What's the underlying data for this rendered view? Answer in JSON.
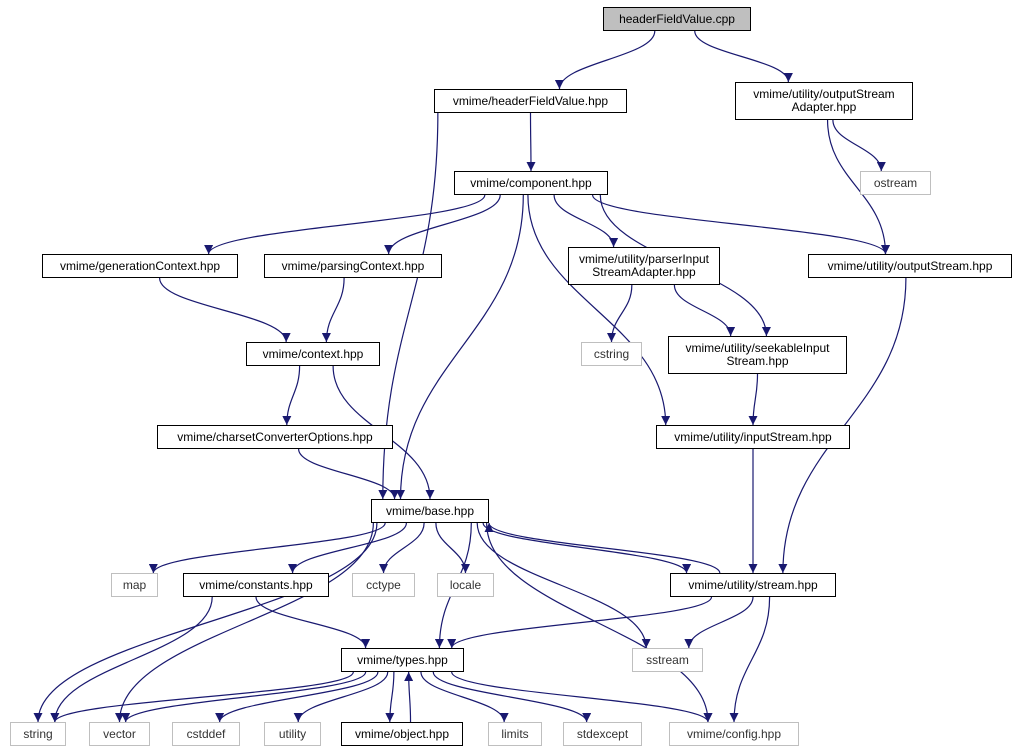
{
  "nodes": [
    {
      "id": "root",
      "label": "headerFieldValue.cpp",
      "kind": "root"
    },
    {
      "id": "hfv",
      "label": "vmime/headerFieldValue.hpp",
      "kind": "file"
    },
    {
      "id": "osa",
      "label": "vmime/utility/outputStream\nAdapter.hpp",
      "kind": "file"
    },
    {
      "id": "ostream",
      "label": "ostream",
      "kind": "system"
    },
    {
      "id": "comp",
      "label": "vmime/component.hpp",
      "kind": "file"
    },
    {
      "id": "gen",
      "label": "vmime/generationContext.hpp",
      "kind": "file"
    },
    {
      "id": "pars",
      "label": "vmime/parsingContext.hpp",
      "kind": "file"
    },
    {
      "id": "pisa",
      "label": "vmime/utility/parserInput\nStreamAdapter.hpp",
      "kind": "file"
    },
    {
      "id": "os",
      "label": "vmime/utility/outputStream.hpp",
      "kind": "file"
    },
    {
      "id": "ctx",
      "label": "vmime/context.hpp",
      "kind": "file"
    },
    {
      "id": "cstring",
      "label": "cstring",
      "kind": "system"
    },
    {
      "id": "sis",
      "label": "vmime/utility/seekableInput\nStream.hpp",
      "kind": "file"
    },
    {
      "id": "cco",
      "label": "vmime/charsetConverterOptions.hpp",
      "kind": "file"
    },
    {
      "id": "is",
      "label": "vmime/utility/inputStream.hpp",
      "kind": "file"
    },
    {
      "id": "base",
      "label": "vmime/base.hpp",
      "kind": "file"
    },
    {
      "id": "map",
      "label": "map",
      "kind": "system"
    },
    {
      "id": "consts",
      "label": "vmime/constants.hpp",
      "kind": "file"
    },
    {
      "id": "cctype",
      "label": "cctype",
      "kind": "system"
    },
    {
      "id": "locale",
      "label": "locale",
      "kind": "system"
    },
    {
      "id": "stream",
      "label": "vmime/utility/stream.hpp",
      "kind": "file"
    },
    {
      "id": "types",
      "label": "vmime/types.hpp",
      "kind": "file"
    },
    {
      "id": "sstream",
      "label": "sstream",
      "kind": "system"
    },
    {
      "id": "string",
      "label": "string",
      "kind": "system"
    },
    {
      "id": "vector",
      "label": "vector",
      "kind": "system"
    },
    {
      "id": "cstddef",
      "label": "cstddef",
      "kind": "system"
    },
    {
      "id": "utility",
      "label": "utility",
      "kind": "system"
    },
    {
      "id": "object",
      "label": "vmime/object.hpp",
      "kind": "file"
    },
    {
      "id": "limits",
      "label": "limits",
      "kind": "system"
    },
    {
      "id": "stdexcept",
      "label": "stdexcept",
      "kind": "system"
    },
    {
      "id": "config",
      "label": "vmime/config.hpp",
      "kind": "system"
    }
  ],
  "edges": [
    [
      "root",
      "hfv"
    ],
    [
      "root",
      "osa"
    ],
    [
      "hfv",
      "comp"
    ],
    [
      "hfv",
      "base"
    ],
    [
      "osa",
      "ostream"
    ],
    [
      "osa",
      "os"
    ],
    [
      "comp",
      "gen"
    ],
    [
      "comp",
      "pars"
    ],
    [
      "comp",
      "pisa"
    ],
    [
      "comp",
      "sis"
    ],
    [
      "comp",
      "os"
    ],
    [
      "comp",
      "is"
    ],
    [
      "comp",
      "base"
    ],
    [
      "gen",
      "ctx"
    ],
    [
      "pars",
      "ctx"
    ],
    [
      "pisa",
      "cstring"
    ],
    [
      "pisa",
      "sis"
    ],
    [
      "sis",
      "is"
    ],
    [
      "ctx",
      "cco"
    ],
    [
      "ctx",
      "base"
    ],
    [
      "cco",
      "base"
    ],
    [
      "is",
      "stream"
    ],
    [
      "os",
      "stream"
    ],
    [
      "base",
      "map"
    ],
    [
      "base",
      "consts"
    ],
    [
      "base",
      "cctype"
    ],
    [
      "base",
      "locale"
    ],
    [
      "base",
      "stream"
    ],
    [
      "base",
      "types"
    ],
    [
      "base",
      "sstream"
    ],
    [
      "base",
      "string"
    ],
    [
      "base",
      "vector"
    ],
    [
      "base",
      "config"
    ],
    [
      "stream",
      "base"
    ],
    [
      "stream",
      "types"
    ],
    [
      "stream",
      "sstream"
    ],
    [
      "stream",
      "config"
    ],
    [
      "consts",
      "types"
    ],
    [
      "consts",
      "string"
    ],
    [
      "types",
      "string"
    ],
    [
      "types",
      "vector"
    ],
    [
      "types",
      "cstddef"
    ],
    [
      "types",
      "utility"
    ],
    [
      "types",
      "object"
    ],
    [
      "types",
      "limits"
    ],
    [
      "types",
      "stdexcept"
    ],
    [
      "types",
      "config"
    ],
    [
      "object",
      "types"
    ]
  ],
  "colors": {
    "edge": "#191970",
    "file_border": "#000000",
    "system_border": "#bfbfbf",
    "root_fill": "#bfbfbf"
  }
}
